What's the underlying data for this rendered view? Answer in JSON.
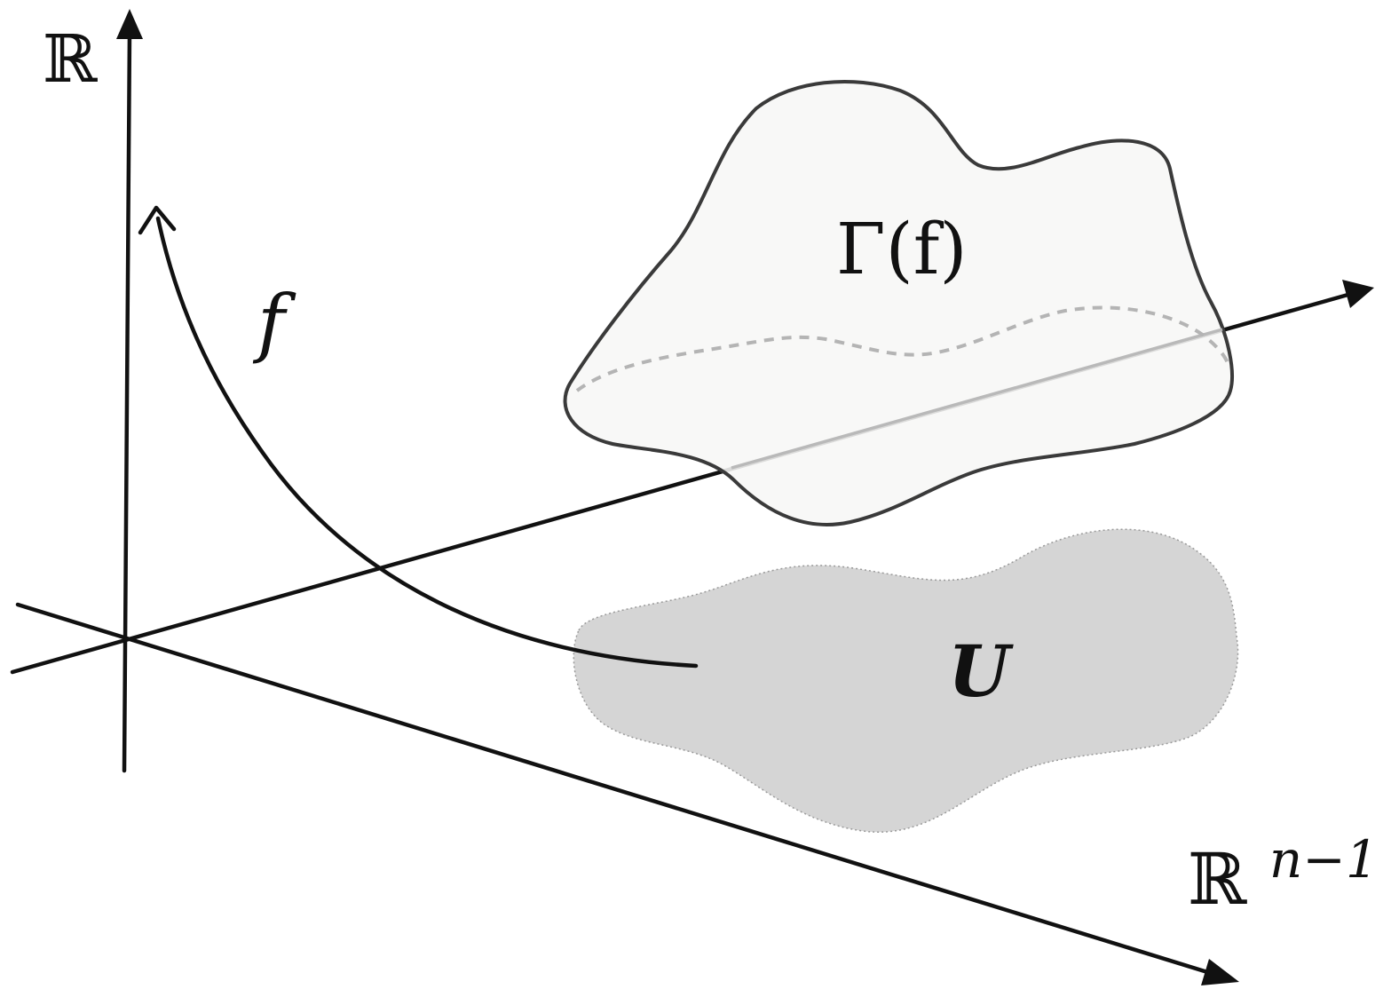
{
  "labels": {
    "vertical_axis": "ℝ",
    "horizontal_axis_base": "ℝ",
    "horizontal_axis_exponent": "n−1",
    "function": "f",
    "graph": "Γ(f)",
    "domain": "U"
  },
  "colors": {
    "ink": "#111111",
    "graph_fill": "#f7f7f6",
    "graph_outline": "#3a3a3a",
    "domain_fill": "#d5d5d5",
    "hidden_dashed": "#b4b4b4"
  }
}
